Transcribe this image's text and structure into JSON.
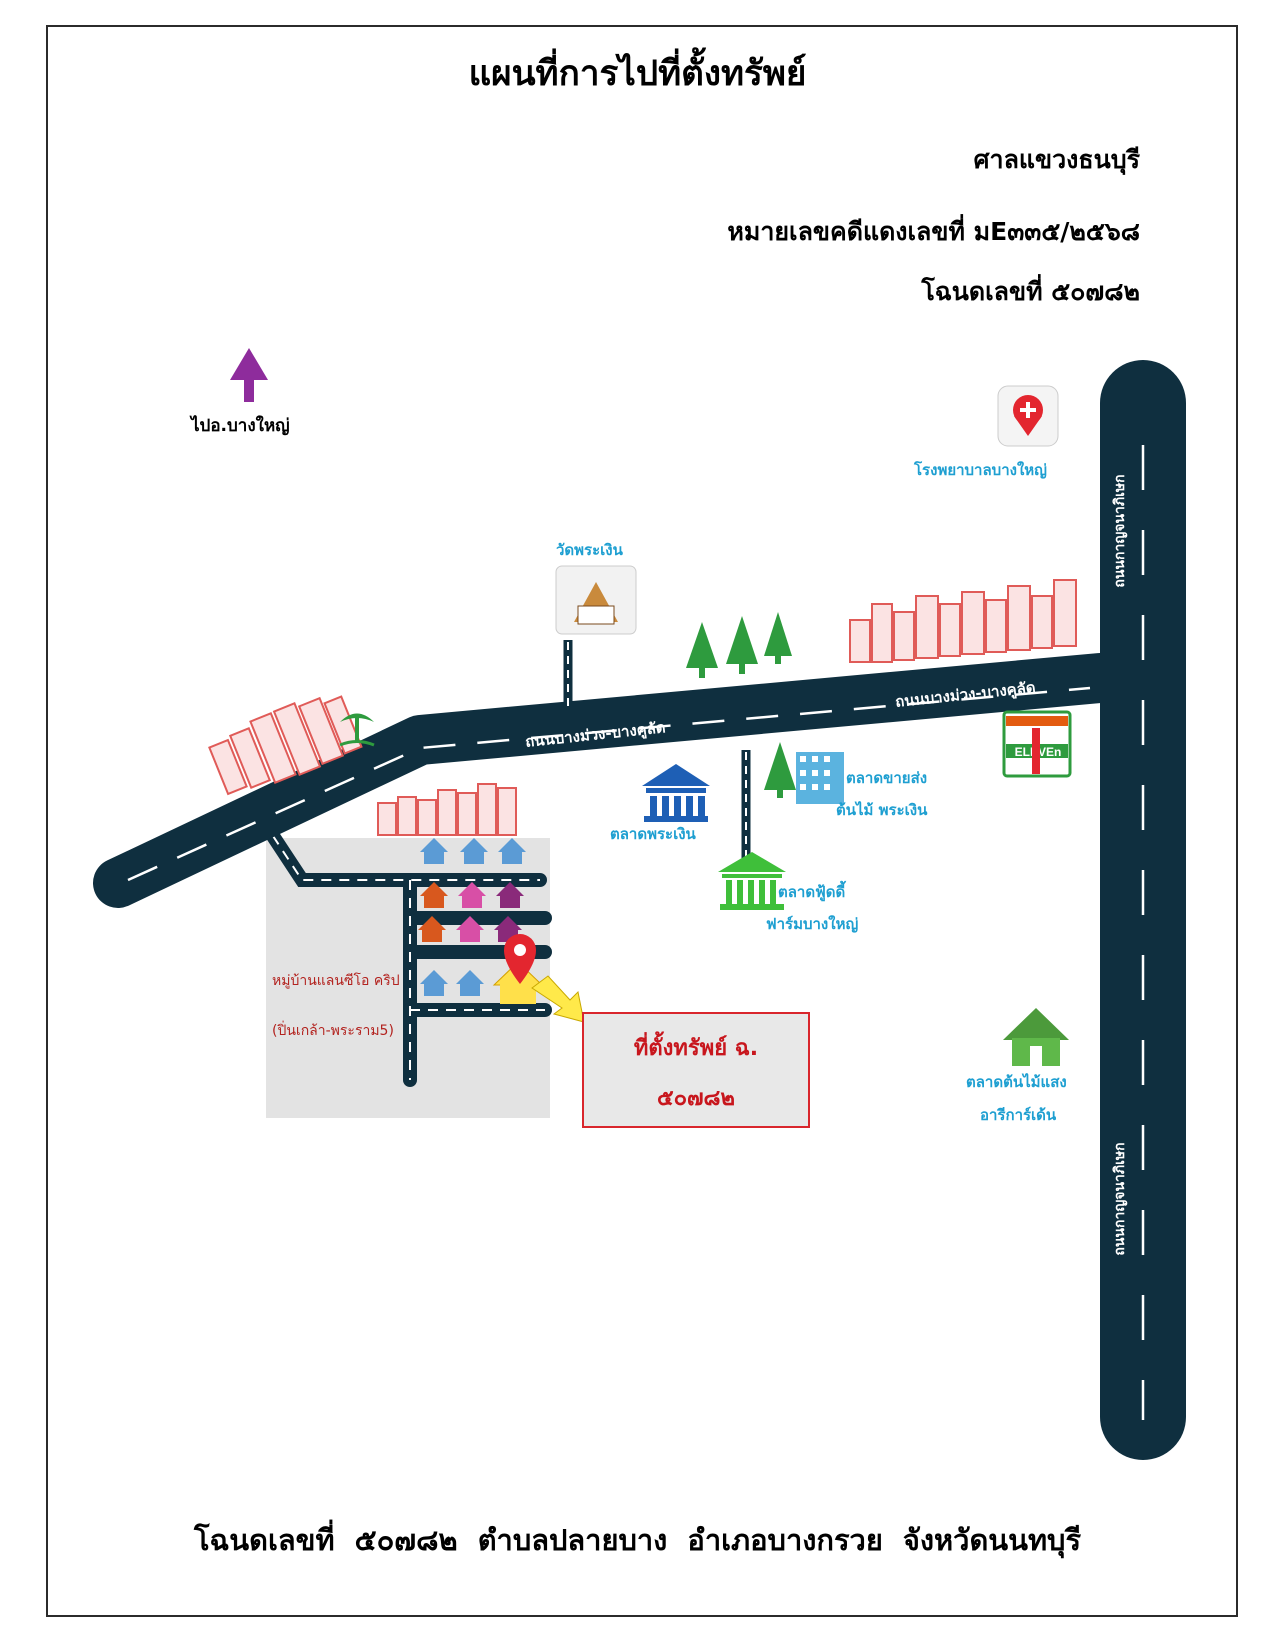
{
  "header": {
    "title": "แผนที่การไปที่ตั้งทรัพย์",
    "court": "ศาลแขวงธนบุรี",
    "case_number": "หมายเลขคดีแดงเลขที่ มE๓๓๕/๒๕๖๘",
    "deed_number": "โฉนดเลขที่ ๕๐๗๘๒"
  },
  "map": {
    "north_label": "ไปอ.บางใหญ่",
    "roads": {
      "main_road_left": "ถนนบางม่วง-บางคูลัด",
      "main_road_right": "ถนนบางม่วง-บางคูลัด",
      "vertical_road_top": "ถนนกาญจนาภิเษก",
      "vertical_road_bottom": "ถนนกาญจนาภิเษก"
    },
    "landmarks": {
      "hospital": "โรงพยาบาลบางใหญ่",
      "temple": "วัดพระเงิน",
      "market_phra_ngoen": "ตลาดพระเงิน",
      "wholesale_market_line1": "ตลาดขายส่ง",
      "wholesale_market_line2": "ต้นไม้ พระเงิน",
      "foodie_market_line1": "ตลาดฟู้ดดี้",
      "foodie_market_line2": "ฟาร์มบางใหญ่",
      "tree_market_line1": "ตลาดต้นไม้แสง",
      "tree_market_line2": "อารีการ์เด้น",
      "village_line1": "หมู่บ้านแลนซีโอ คริป",
      "village_line2": "(ปิ่นเกล้า-พระราม5)",
      "store_logo_text": "ELEVEn"
    },
    "property": {
      "line1": "ที่ตั้งทรัพย์ ฉ.",
      "line2": "๕๐๗๘๒"
    },
    "colors": {
      "road": "#0f2f3f",
      "building": "#e05b58",
      "tree": "#2e9b3e",
      "label_blue": "#1e9fd1",
      "property_red": "#c8161d",
      "arrow_purple": "#8e2c9c"
    }
  },
  "footer": {
    "location": "โฉนดเลขที่ ๕๐๗๘๒ ตำบลปลายบาง อำเภอบางกรวย จังหวัดนนทบุรี"
  }
}
